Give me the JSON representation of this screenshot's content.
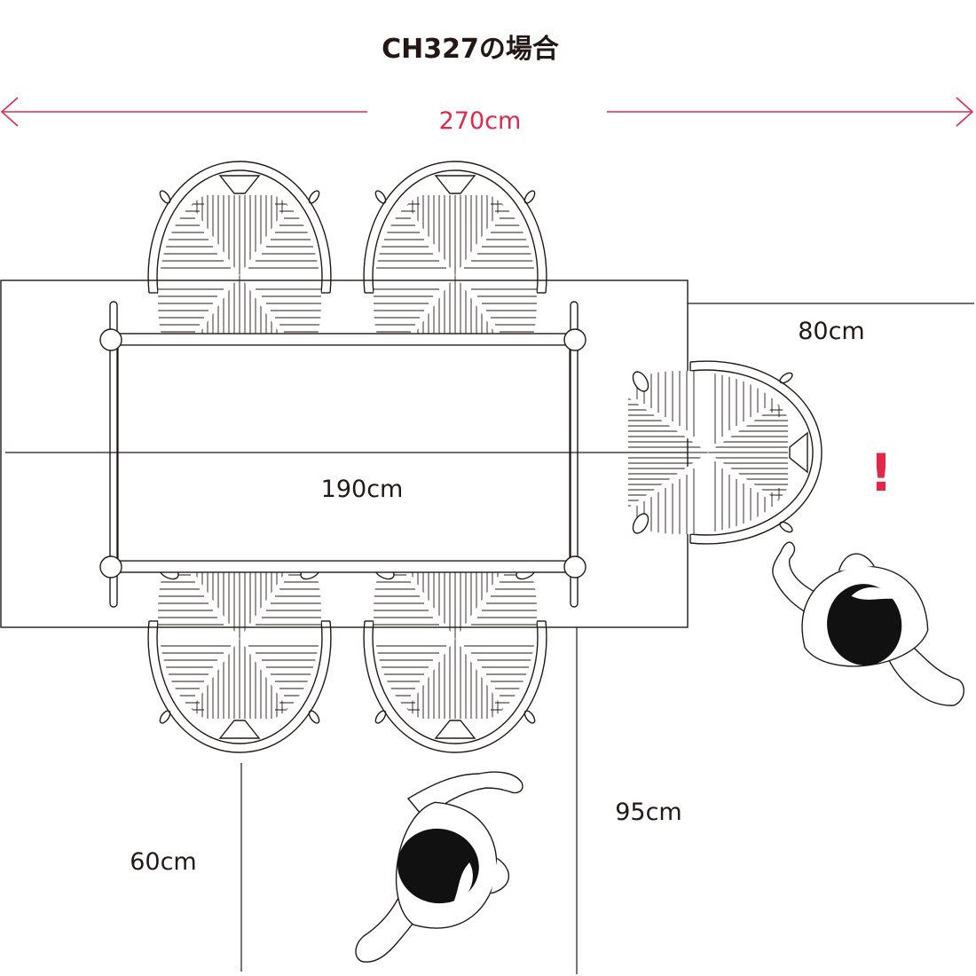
{
  "title": "CH327の場合",
  "dimensions": {
    "total_width": "270cm",
    "table_length": "190cm",
    "end_clearance": "80cm",
    "side_clearance_left": "60cm",
    "side_clearance_right": "95cm"
  },
  "warning_mark": "!",
  "colors": {
    "accent": "#e0294a",
    "line": "#231815",
    "background": "#ffffff"
  }
}
